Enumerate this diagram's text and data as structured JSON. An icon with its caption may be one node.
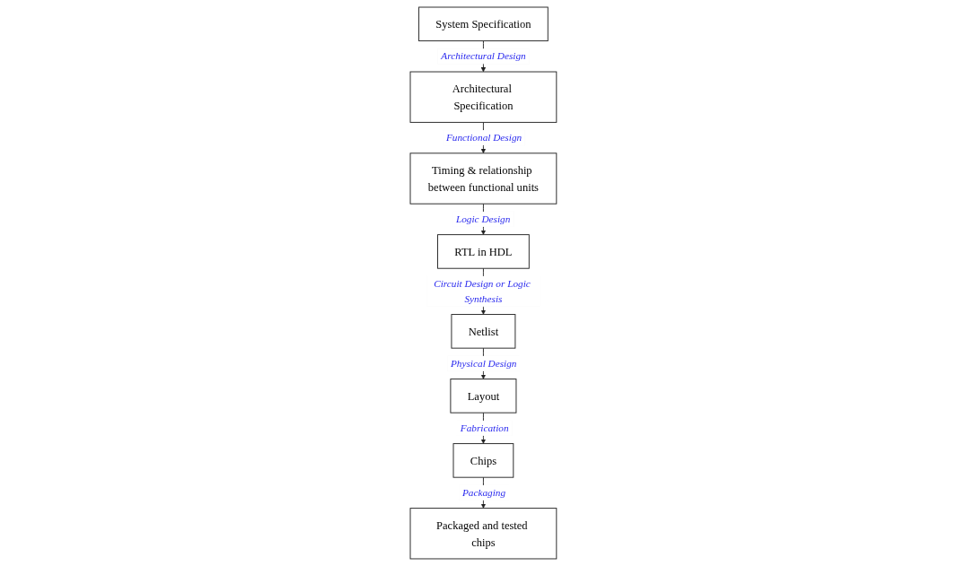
{
  "diagram": {
    "nodes": [
      {
        "text": [
          "System Specification"
        ]
      },
      {
        "text": [
          "Architectural Specification"
        ]
      },
      {
        "text": [
          "Timing & relationship between functional units"
        ]
      },
      {
        "text": [
          "RTL in HDL"
        ]
      },
      {
        "text": [
          "Netlist"
        ]
      },
      {
        "text": [
          "Layout"
        ]
      },
      {
        "text": [
          "Chips"
        ]
      },
      {
        "text": [
          "Packaged and tested chips"
        ]
      }
    ],
    "edges": [
      {
        "from": 0,
        "to": 1,
        "arrow": "to",
        "label": "Architectural Design"
      },
      {
        "from": 1,
        "to": 2,
        "arrow": "to",
        "label": "Functional Design"
      },
      {
        "from": 2,
        "to": 3,
        "arrow": "to",
        "label": "Logic Design"
      },
      {
        "from": 3,
        "to": 4,
        "arrow": "to",
        "label": "Circuit Design or Logic Synthesis"
      },
      {
        "from": 4,
        "to": 5,
        "arrow": "to",
        "label": "Physical Design"
      },
      {
        "from": 5,
        "to": 6,
        "arrow": "to",
        "label": "Fabrication"
      },
      {
        "from": 6,
        "to": 7,
        "arrow": "to",
        "label": "Packaging"
      }
    ]
  }
}
